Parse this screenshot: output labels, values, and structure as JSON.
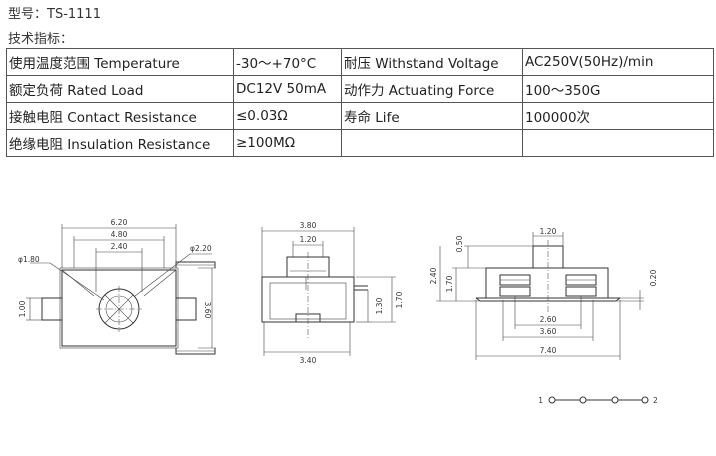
{
  "header": {
    "model": "型号：TS-1111",
    "tech_label": "技术指标："
  },
  "spec_table": [
    [
      "使用温度范围 Temperature",
      "-30～+70°C",
      "耐压 Withstand Voltage",
      "AC250V(50Hz)/min"
    ],
    [
      "额定负荷 Rated Load",
      "DC12V 50mA",
      "动作力 Actuating Force",
      "100～350G"
    ],
    [
      "接触电阻 Contact Resistance",
      "≤0.03Ω",
      "寿命 Life",
      "100000次"
    ],
    [
      "绝缘电阻 Insulation Resistance",
      "≥100MΩ",
      "",
      ""
    ]
  ],
  "drawing": {
    "top_view": {
      "width_620": "6.20",
      "width_480": "4.80",
      "width_240": "2.40",
      "dia_180": "φ1.80",
      "dia_220": "φ2.20",
      "height_360": "3.60",
      "height_100": "1.00"
    },
    "side_view": {
      "width_380": "3.80",
      "width_120": "1.20",
      "width_340": "3.40",
      "height_130": "1.30",
      "height_170": "1.70"
    },
    "front_view": {
      "width_120": "1.20",
      "width_260": "2.60",
      "width_360": "3.60",
      "width_740": "7.40",
      "height_050": "0.50",
      "height_240": "2.40",
      "height_170": "1.70",
      "height_020": "0.20"
    },
    "schematic": {
      "pin1": "1",
      "pin2": "2"
    }
  }
}
